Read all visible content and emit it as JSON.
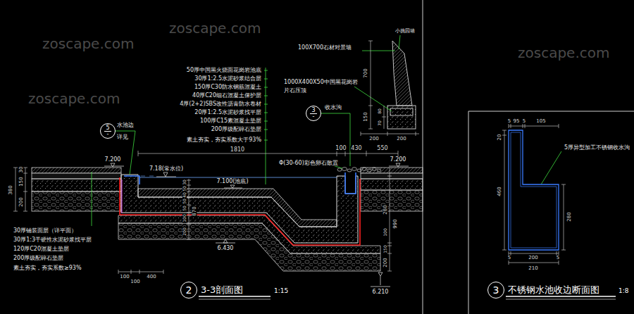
{
  "diagram": {
    "nodes": [
      {
        "text": [
          "2"
        ]
      },
      {
        "text": [
          "3"
        ]
      },
      {
        "text": [
          "5",
          "-"
        ]
      },
      {
        "text": [
          "3",
          "-"
        ]
      }
    ],
    "labels": [
      "50厚中国黑火烧面花岗岩池底",
      "30厚1:2.5水泥砂浆结合层",
      "150厚C30防水钢筋混凝土",
      "40厚C20细石混凝土保护层",
      "4厚(2+2)SBS改性沥青防水卷材",
      "20厚1:2.5水泥砂浆找平层",
      "100厚C15素混凝土垫层",
      "200厚级配碎石垫层",
      "素土夯实，夯实系数大于93%",
      "水池边",
      "详见",
      "收水沟",
      "Φ(30-60)彩色卵石散置",
      "1810",
      "100",
      "430",
      "550",
      "7.200",
      "7.18(常水位)",
      "7.100(池底)",
      "7.200",
      "6.430",
      "6.210",
      "30",
      "150",
      "200",
      "380",
      "30",
      "50",
      "40",
      "50",
      "50",
      "100",
      "200",
      "870",
      "280",
      "100",
      "150",
      "200",
      "990",
      "100",
      "100",
      "400",
      "30厚铺装面层（详平面）",
      "30厚1:3干硬性水泥砂浆找平层",
      "120厚C20混凝土垫层",
      "200厚级配碎石垫层",
      "素土夯实，夯实系数≥93%",
      "小挑园墙",
      "100X700石材对景墙",
      "1000X400X50中国黑花岗岩",
      "片石压顶",
      "700",
      "150",
      "80",
      "70",
      "200",
      "200",
      "3-3剖面图",
      "1:15",
      "不锈钢水池收边断面图",
      "1:8",
      "5",
      "95",
      "5",
      "105",
      "20",
      "460",
      "280",
      "5",
      "200",
      "5",
      "210",
      "5厚异型加工不锈钢收水沟",
      "zoscape.com",
      "zoscape.com",
      "zoscape.com",
      "zoscape.com"
    ]
  }
}
